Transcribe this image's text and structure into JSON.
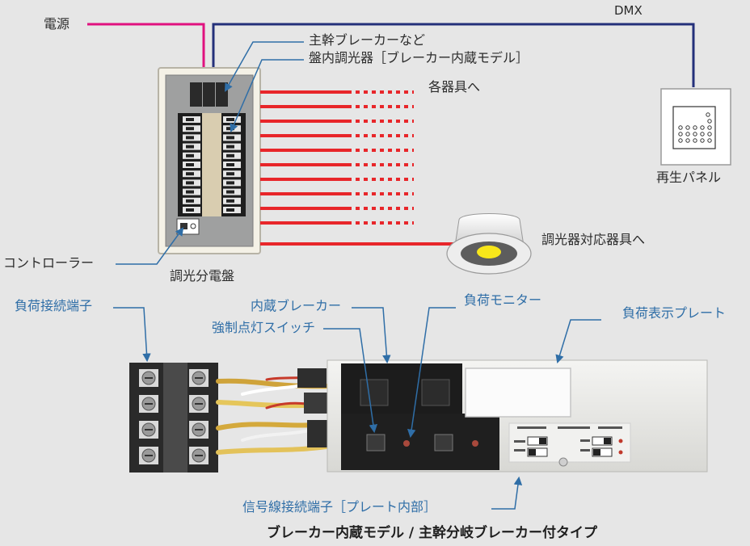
{
  "top": {
    "power_label": "電源",
    "dmx_label": "DMX",
    "main_breaker_label": "主幹ブレーカーなど",
    "built_in_dimmer_label": "盤内調光器［ブレーカー内蔵モデル］",
    "to_fixtures_label": "各器具へ",
    "playback_panel_label": "再生パネル",
    "to_dimmable_fixture_label": "調光器対応器具へ",
    "controller_label": "コントローラー",
    "panel_label": "調光分電盤"
  },
  "bottom": {
    "load_terminal_label": "負荷接続端子",
    "built_in_breaker_label": "内蔵ブレーカー",
    "force_on_switch_label": "強制点灯スイッチ",
    "load_monitor_label": "負荷モニター",
    "load_plate_label": "負荷表示プレート",
    "signal_terminal_label": "信号線接続端子［プレート内部］",
    "caption": "ブレーカー内蔵モデル / 主幹分岐ブレーカー付タイプ"
  },
  "colors": {
    "power_line": "#e0117f",
    "dmx_line": "#24307a",
    "feeder_line": "#e8262a",
    "callout_line": "#2f6ea7"
  }
}
